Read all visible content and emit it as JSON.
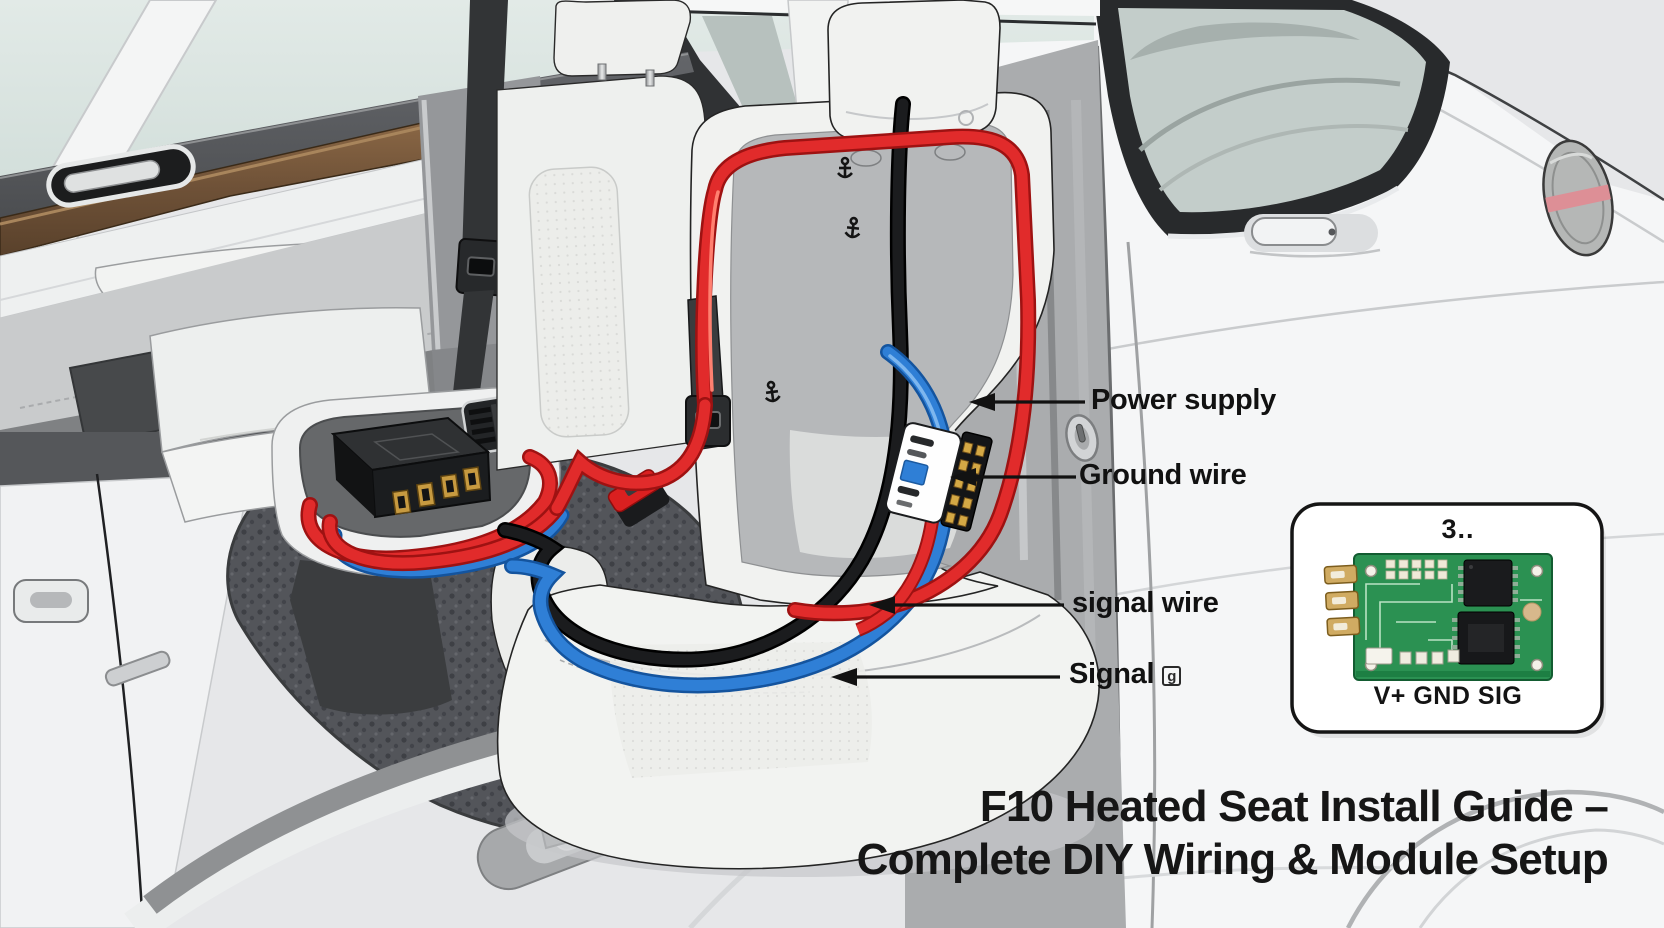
{
  "illustration": {
    "callouts": {
      "power_supply": "Power supply",
      "ground_wire": "Ground wire",
      "signal_wire": "signal wire",
      "signal": "Signal",
      "signal_artifact": "g"
    },
    "inset": {
      "top_label": "3..",
      "bottom_label": "V+ GND SIG"
    },
    "title": {
      "line1": "F10 Heated Seat Install Guide –",
      "line2": "Complete DIY Wiring & Module Setup"
    },
    "colors": {
      "wire_red": "#E12B2B",
      "wire_blue": "#2F7FD6",
      "wire_black": "#1B1C1E",
      "pcb_green": "#2B9152",
      "seat": "#F1F2F0",
      "carpet": "#53555A",
      "label_text": "#111111"
    }
  }
}
